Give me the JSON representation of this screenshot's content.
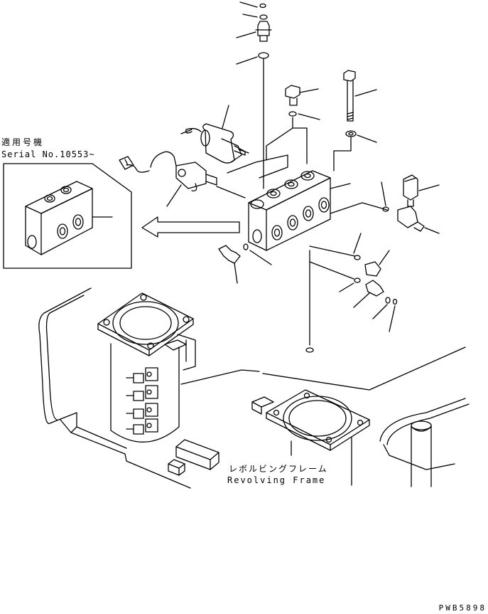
{
  "labels": {
    "applicable_models": "適用号機",
    "serial_range": "Serial No.10553~",
    "revolving_frame_jp": "レボルビングフレーム",
    "revolving_frame_en": "Revolving Frame",
    "drawing_code": "PWB5898"
  }
}
